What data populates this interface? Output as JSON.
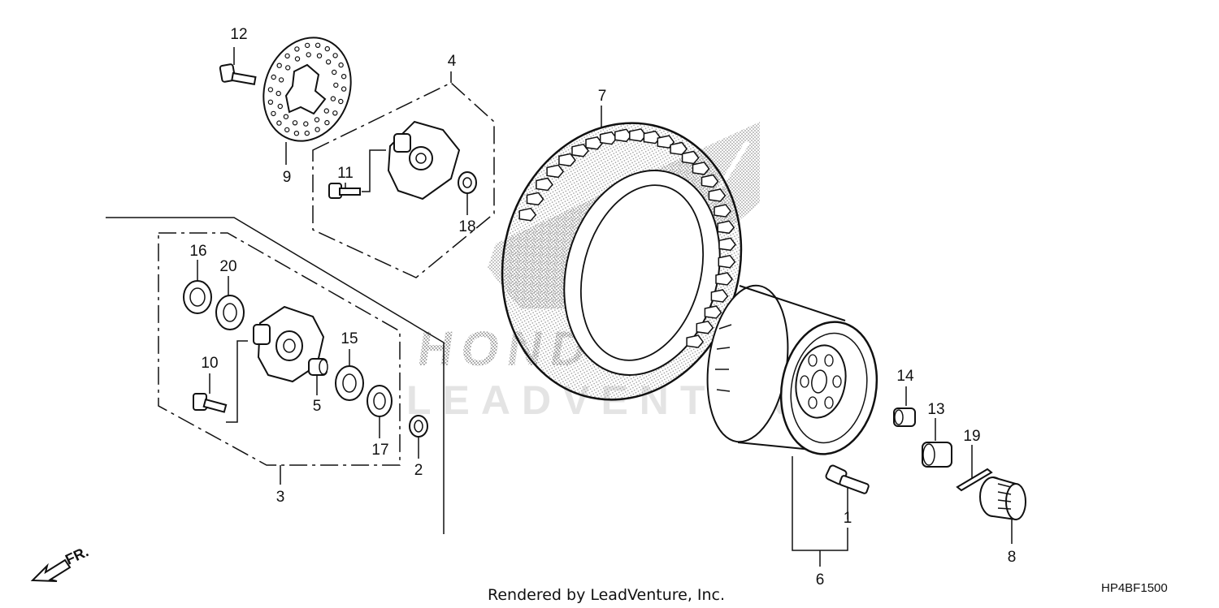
{
  "diagram": {
    "callouts": {
      "c1": "1",
      "c2": "2",
      "c3": "3",
      "c4": "4",
      "c5": "5",
      "c6": "6",
      "c7": "7",
      "c8": "8",
      "c9": "9",
      "c10": "10",
      "c11": "11",
      "c12": "12",
      "c13": "13",
      "c14": "14",
      "c15": "15",
      "c16": "16",
      "c17": "17",
      "c18": "18",
      "c19": "19",
      "c20": "20"
    },
    "direction_label": "FR.",
    "watermark_text": "LEADVENTURE",
    "watermark_brand": "HONDA"
  },
  "footer": {
    "rendered_by": "Rendered by LeadVenture, Inc.",
    "diagram_code": "HP4BF1500"
  }
}
